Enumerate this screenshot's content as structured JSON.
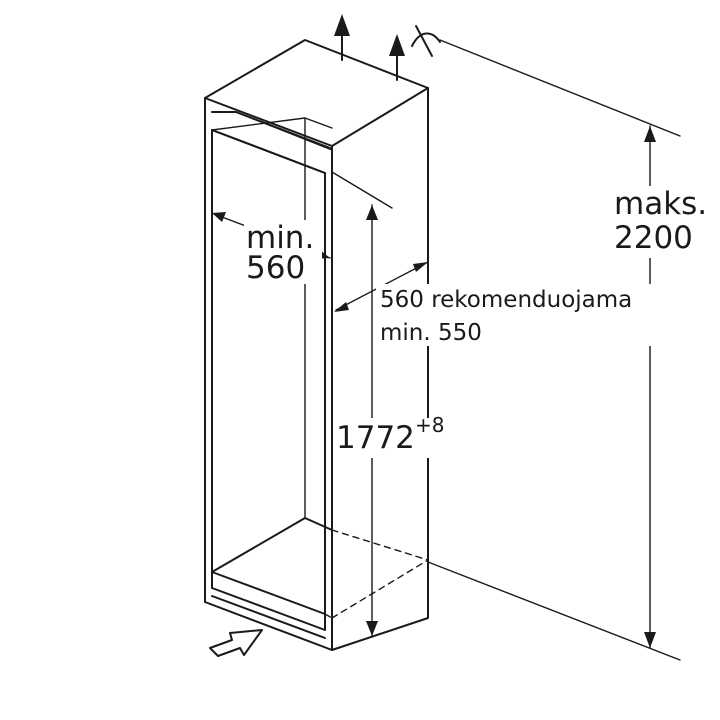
{
  "labels": {
    "min_width_line1": "min.",
    "min_width_line2": "560",
    "depth_line1": "560 rekomenduojama",
    "depth_line2": "min. 550",
    "height_main": "1772",
    "height_tolerance": "+8",
    "max_line1": "maks.",
    "max_line2": "2200"
  },
  "icons": [
    "ventilation-up-arrow-icon",
    "ventilation-up-arrow-icon",
    "no-cut-mark-icon",
    "airflow-inlet-arrow-icon"
  ]
}
